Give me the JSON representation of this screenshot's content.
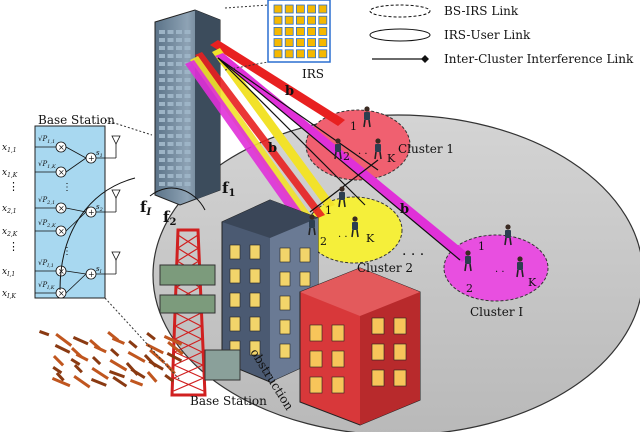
{
  "legend": {
    "bs_irs": "BS-IRS Link",
    "irs_user": "IRS-User Link",
    "interference": "Inter-Cluster Interference Link"
  },
  "labels": {
    "irs": "IRS",
    "bs_panel_title": "Base Station",
    "bs_bottom": "Base Station",
    "obstruction": "obstruction",
    "cluster1": "Cluster 1",
    "cluster2": "Cluster 2",
    "clusterI": "Cluster I",
    "b": "b",
    "f1": "f",
    "f1_sub": "1",
    "f2": "f",
    "f2_sub": "2",
    "fI": "f",
    "fI_sub": "I"
  },
  "bs_panel": {
    "inputs": [
      {
        "base": "x",
        "sub": "1,1"
      },
      {
        "base": "x",
        "sub": "1,K"
      },
      {
        "base": "x",
        "sub": "2,1"
      },
      {
        "base": "x",
        "sub": "2,K"
      },
      {
        "base": "x",
        "sub": "I,1"
      },
      {
        "base": "x",
        "sub": "I,K"
      }
    ],
    "powers": [
      {
        "base": "√P",
        "sub": "1,1"
      },
      {
        "base": "√P",
        "sub": "1,K"
      },
      {
        "base": "√P",
        "sub": "2,1"
      },
      {
        "base": "√P",
        "sub": "2,K"
      },
      {
        "base": "√P",
        "sub": "I,1"
      },
      {
        "base": "√P",
        "sub": "I,K"
      }
    ],
    "sums": [
      {
        "base": "s",
        "sub": "1"
      },
      {
        "base": "s",
        "sub": "2"
      },
      {
        "base": "s",
        "sub": "I"
      }
    ]
  },
  "clusters": [
    {
      "label_top": "1",
      "label_bottom": "2",
      "label_k": "K"
    },
    {
      "label_top": "1",
      "label_bottom": "2",
      "label_k": "K"
    },
    {
      "label_top": "1",
      "label_bottom": "2",
      "label_k": "K"
    }
  ],
  "colors": {
    "ground": "#c8c8c8",
    "cluster1": "#f06070",
    "cluster2": "#f5ef3a",
    "clusterI": "#e84fe0",
    "irs_panel": "#f5b800",
    "irs_frame": "#2a6fd0",
    "bs_panel": "#a8d8f0",
    "beam_red": "#e82020",
    "beam_yellow": "#f2e22a",
    "beam_magenta": "#e030d8"
  }
}
